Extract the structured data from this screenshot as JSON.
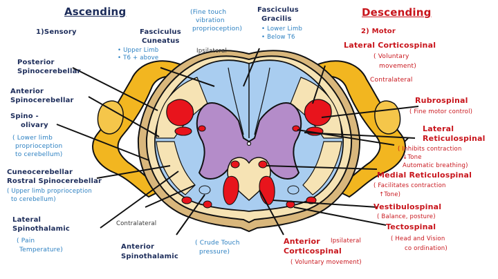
{
  "ascending": {
    "heading": "Ascending",
    "sensory": "1)Sensory",
    "fasciculus_cuneatus": [
      "Fasciculus",
      "Cuneatus"
    ],
    "cuneatus_notes": [
      "• Upper Limb",
      "• T6 + above"
    ],
    "fine_touch": [
      "(Fine touch",
      "vibration",
      "proprioception)"
    ],
    "fasciculus_gracilis": [
      "Fasciculus",
      "Gracilis"
    ],
    "gracilis_notes": [
      "• Lower Limb",
      "• Below T6"
    ],
    "ipsilateral_top": "Ipsilateral",
    "posterior_spinocerebellar": [
      "Posterior",
      "Spinocerebellar"
    ],
    "anterior_spinocerebellar": [
      "Anterior",
      "Spinocerebellar"
    ],
    "spino_olivary": [
      "Spino -",
      "olivary"
    ],
    "spino_olivary_note": [
      "( Lower limb",
      "proprioception",
      "to cerebellum)"
    ],
    "cuneocerebellar": [
      "Cuneocerebellar",
      "Rostral Spinocerebellar"
    ],
    "cuneo_note": [
      "( Upper limb proprioception",
      "to cerebellum)"
    ],
    "lateral_spinothalamic": [
      "Lateral",
      "Spinothalamic"
    ],
    "lateral_spino_note": [
      "( Pain",
      "Temperature)"
    ],
    "contralateral_bottom": "Contralateral",
    "anterior_spinothalamic": [
      "Anterior",
      "Spinothalamic"
    ],
    "anterior_spino_note": [
      "( Crude Touch",
      "pressure)"
    ]
  },
  "descending": {
    "heading": "Descending",
    "motor": "2) Motor",
    "lateral_corticospinal": "Lateral Corticospinal",
    "lateral_cs_note": [
      "( Voluntary",
      "movement)"
    ],
    "contralateral": "Contralateral",
    "rubrospinal": "Rubrospinal",
    "rubro_note": "( Fine motor control)",
    "lateral_reticulospinal": [
      "Lateral",
      "Reticulospinal"
    ],
    "lat_retic_note": [
      "( Inhibits contraction",
      "↓Tone",
      "Automatic breathing)"
    ],
    "medial_reticulospinal": "Medial Reticulospinal",
    "med_retic_note": [
      "( Facilitates contraction",
      "↑Tone)"
    ],
    "vestibulospinal": "Vestibulospinal",
    "vestibulo_note": "( Balance, posture)",
    "tectospinal": "Tectospinal",
    "tecto_note": [
      "( Head and Vision",
      "co ordination)"
    ],
    "anterior_corticospinal": [
      "Anterior",
      "Corticospinal"
    ],
    "ipsilateral": "Ipsilateral",
    "ant_cs_note": "( Voluntary movement)"
  },
  "colors": {
    "white_matter": "#a9cdf0",
    "gray_matter": "#b48cc9",
    "tract_red": "#e8141c",
    "outline": "#111111",
    "root_yellow": "#f2b620",
    "cord_beige": "#f6e3b4",
    "pia_tan": "#d9b77c"
  }
}
